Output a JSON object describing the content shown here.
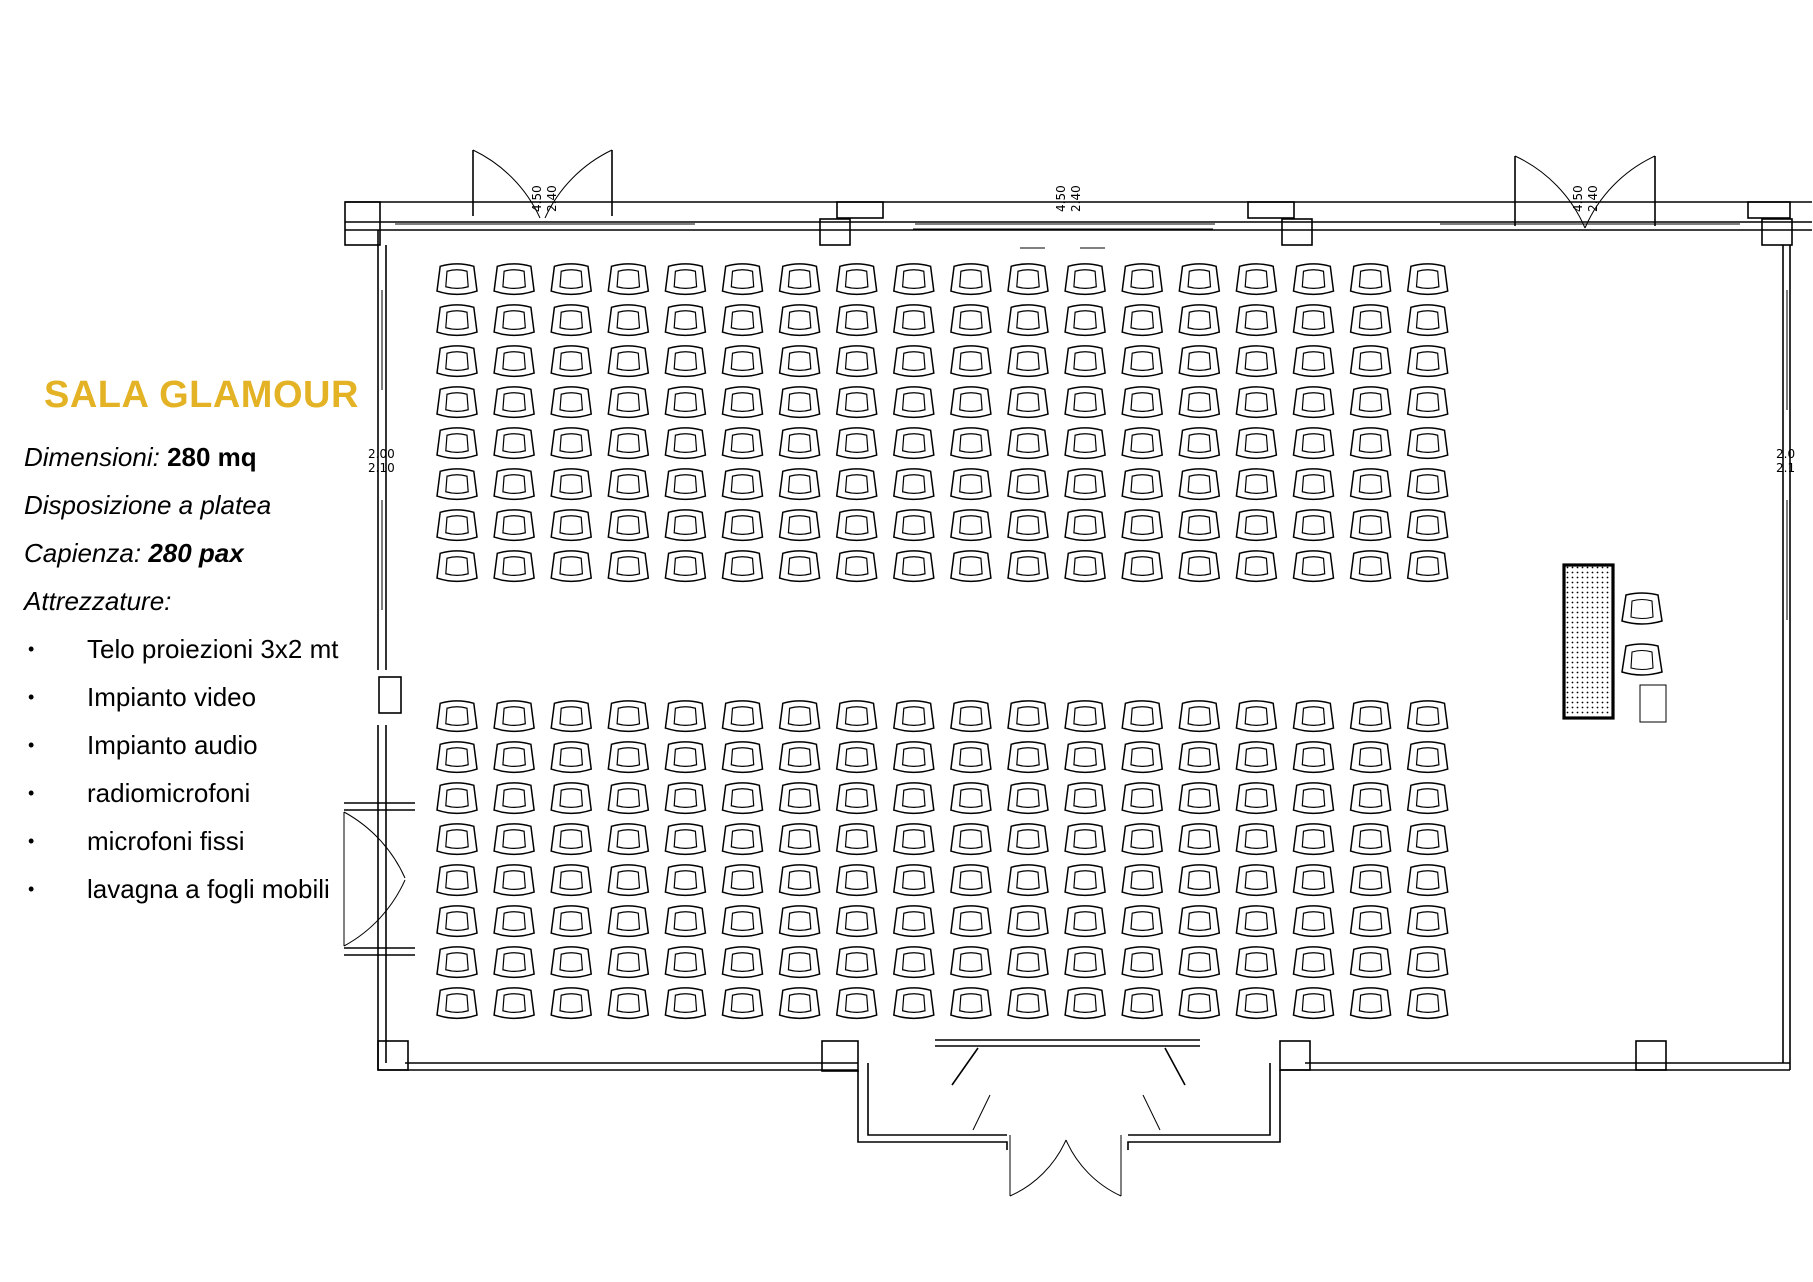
{
  "room": {
    "title": "SALA GLAMOUR",
    "dimensions_label": "Dimensioni:",
    "dimensions_value": "280 mq",
    "layout": "Disposizione a platea",
    "capacity_label": "Capienza:",
    "capacity_value": "280 pax",
    "equipment_label": "Attrezzature:",
    "bullet": "•",
    "equipment": [
      "Telo proiezioni 3x2 mt",
      "Impianto video",
      "Impianto audio",
      "radiomicrofoni",
      "microfoni fissi",
      "lavagna a fogli mobili"
    ]
  },
  "plan": {
    "dims": {
      "door_a_w": "4.50",
      "door_a_h": "2.40",
      "door_b_w": "4.50",
      "door_b_h": "2.40",
      "door_c_w": "4.50",
      "door_c_h": "2.40",
      "window_l_w": "2.00",
      "window_l_h": "2.10",
      "window_r_w": "2.0",
      "window_r_h": "2.1"
    },
    "seating": {
      "blocks": 2,
      "rows_per_block": 8,
      "seats_per_row": 18
    },
    "head_table_chairs": 2,
    "colors": {
      "title": "#e3b325",
      "lines": "#000000"
    }
  }
}
